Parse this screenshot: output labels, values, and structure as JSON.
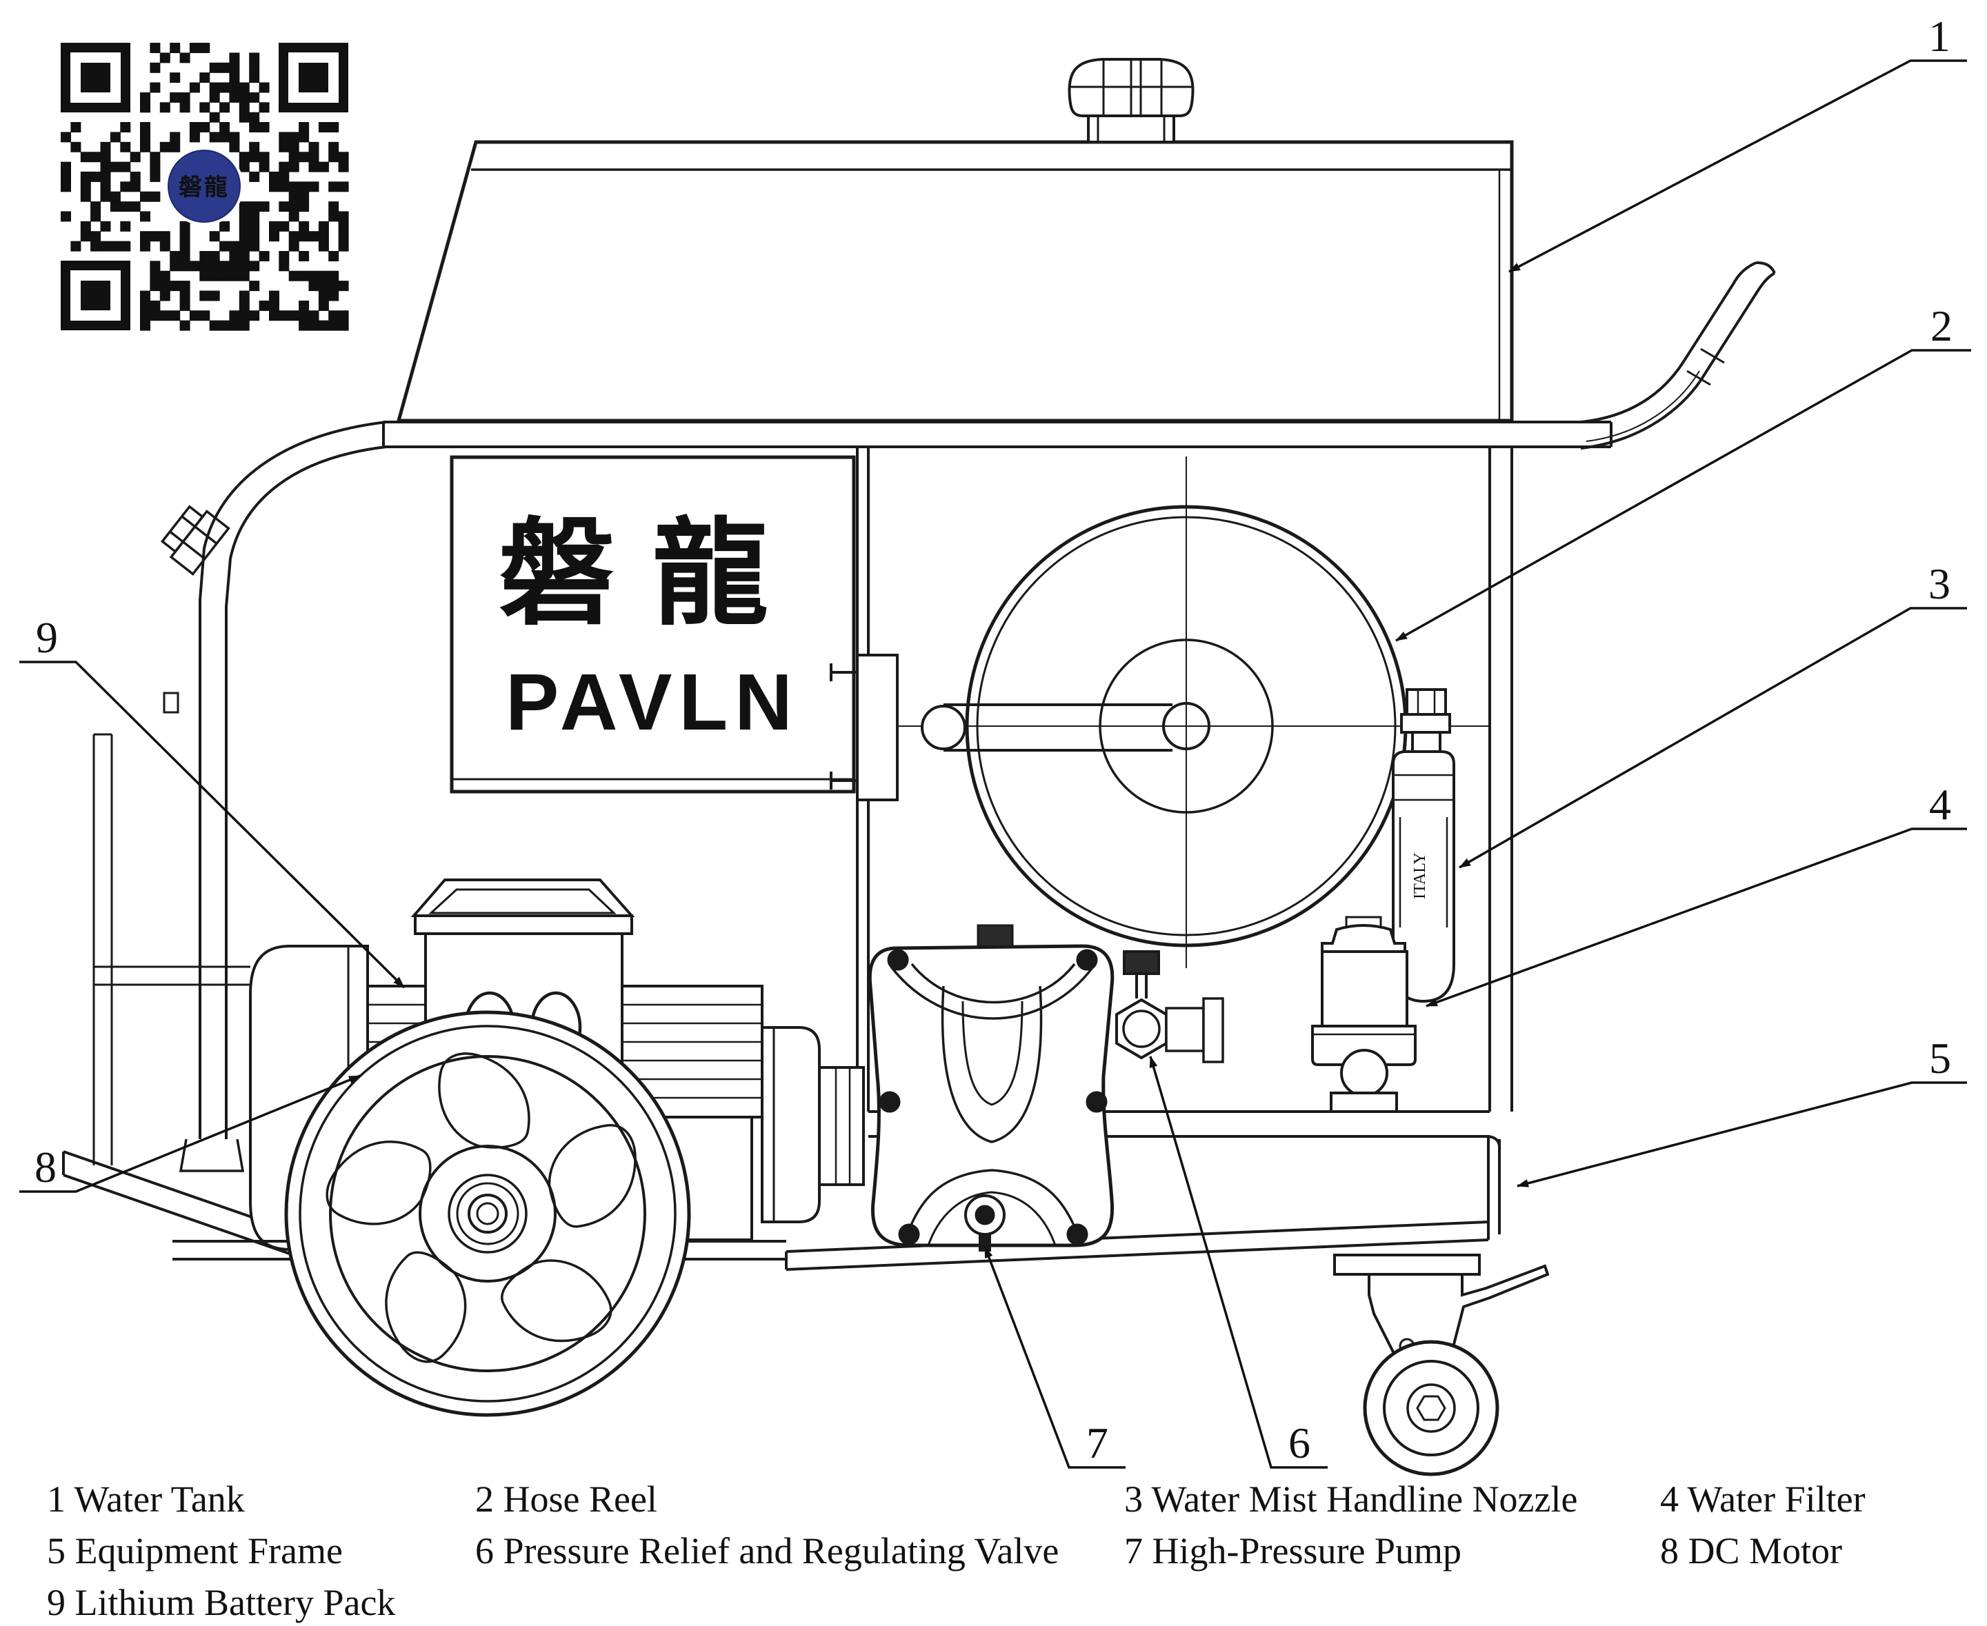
{
  "qr": {
    "logo_text": "磐龍",
    "logo_color": "#2b3a8c",
    "module_color": "#111111"
  },
  "brand_panel": {
    "chinese": "磐龍",
    "latin": "PAVLN",
    "text_color": "#8a8a8a"
  },
  "nozzle": {
    "side_label": "ITALY"
  },
  "callouts": [
    "1",
    "2",
    "3",
    "4",
    "5",
    "6",
    "7",
    "8",
    "9"
  ],
  "legend": {
    "items": [
      "1 Water Tank",
      "2 Hose Reel",
      "3 Water Mist Handline Nozzle",
      "4 Water Filter",
      "5 Equipment Frame",
      "6 Pressure Relief and Regulating Valve",
      "7 High-Pressure Pump",
      "8 DC Motor",
      "9 Lithium Battery Pack"
    ]
  },
  "colors": {
    "line": "#1a1a1a"
  }
}
